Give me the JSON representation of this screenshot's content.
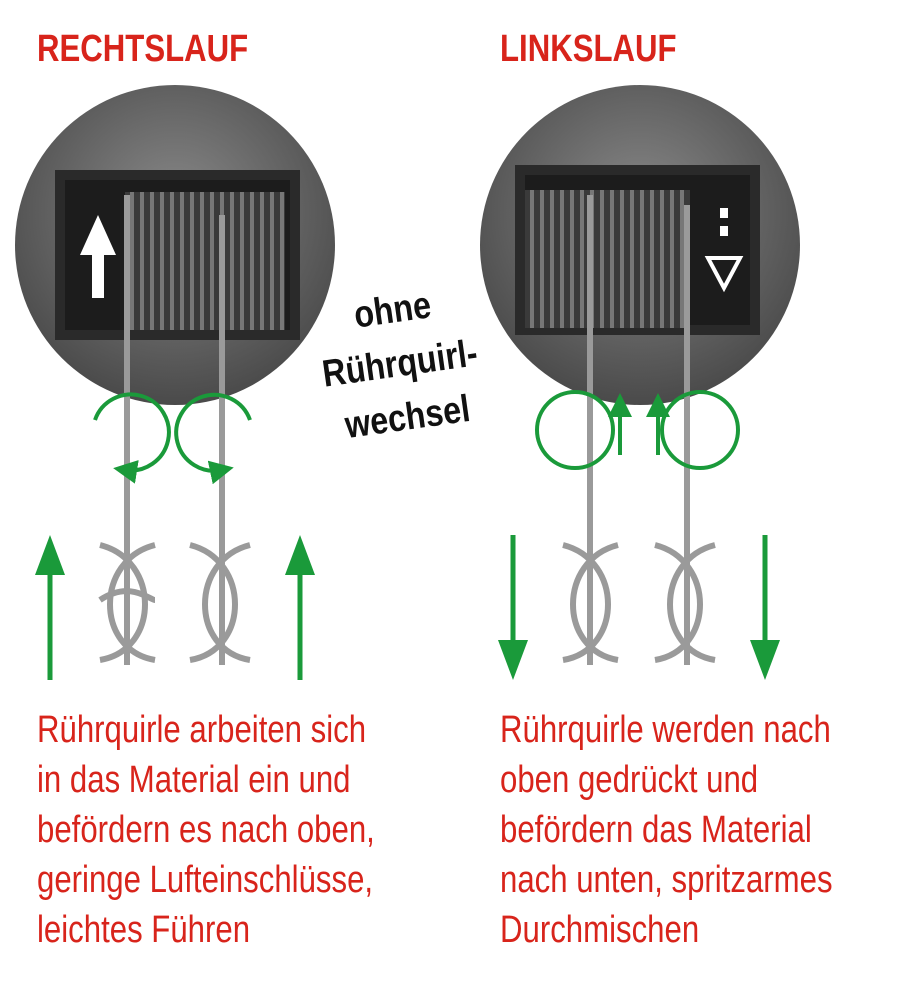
{
  "left": {
    "title": "RECHTSLAUF",
    "description": [
      "Rührquirle arbeiten sich",
      "in das Material ein und",
      "befördern es nach oben,",
      "geringe Lufteinschlüsse,",
      "leichtes Führen"
    ]
  },
  "right": {
    "title": "LINKSLAUF",
    "description": [
      "Rührquirle werden nach",
      "oben gedrückt und",
      "befördern das Material",
      "nach unten, spritzarmes",
      "Durchmischen"
    ]
  },
  "center_note": [
    "ohne",
    "Rührquirl-",
    "wechsel"
  ],
  "colors": {
    "red": "#d8241b",
    "green": "#1a9a3a"
  }
}
